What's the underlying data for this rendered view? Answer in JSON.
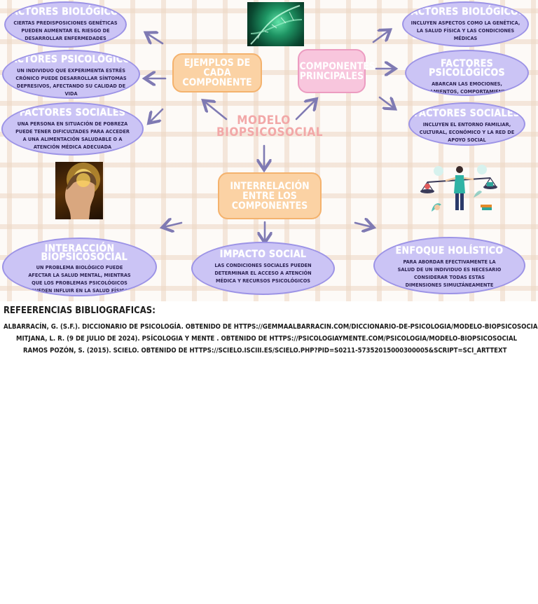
{
  "center": {
    "title": "MODELO BIOPSICOSOCIAL"
  },
  "examples_box": {
    "label": "EJEMPLOS DE CADA COMPONENTE"
  },
  "components_box": {
    "label": "COMPONENTES PRINCIPALES"
  },
  "interrelation_box": {
    "label": "INTERRELACIÓN ENTRE LOS COMPONENTES"
  },
  "examples": [
    {
      "title": "FACTORES BIOLÓGICOS",
      "body": "CIERTAS PREDISPOSICIONES GENÉTICAS PUEDEN AUMENTAR EL RIESGO DE DESARROLLAR ENFERMEDADES"
    },
    {
      "title": "FACTORES PSICOLÓGICOS",
      "body": "UN INDIVIDUO QUE EXPERIMENTA ESTRÉS CRÓNICO PUEDE DESARROLLAR SÍNTOMAS DEPRESIVOS, AFECTANDO SU CALIDAD DE VIDA"
    },
    {
      "title": "FACTORES SOCIALES",
      "body": "UNA PERSONA EN SITUACIÓN DE POBREZA PUEDE TENER DIFICULTADES PARA ACCEDER A UNA ALIMENTACIÓN SALUDABLE O A ATENCIÓN MÉDICA ADECUADA"
    }
  ],
  "components": [
    {
      "title": "FACTORES BIOLÓGICOS",
      "body": "INCLUYEN ASPECTOS COMO LA GENÉTICA, LA SALUD FÍSICA Y LAS CONDICIONES MÉDICAS"
    },
    {
      "title": "FACTORES PSICOLÓGICOS",
      "body": "ABARCAN LAS EMOCIONES, PENSAMIENTOS, COMPORTAMIENTOS Y PROCESOS COGNITIVOS"
    },
    {
      "title": "FACTORES SOCIALES",
      "body": "INCLUYEN EL ENTORNO FAMILIAR, CULTURAL, ECONÓMICO Y LA RED DE APOYO SOCIAL"
    }
  ],
  "interrelation": [
    {
      "title": "INTERACCIÓN BIOPSICOSOCIAL",
      "body": "UN PROBLEMA BIOLÓGICO PUEDE AFECTAR LA SALUD MENTAL, MIENTRAS QUE LOS PROBLEMAS PSICOLÓGICOS PUEDEN INFLUIR EN LA SALUD FÍSICA"
    },
    {
      "title": "IMPACTO SOCIAL",
      "body": "LAS CONDICIONES SOCIALES PUEDEN DETERMINAR EL ACCESO A ATENCIÓN MÉDICA Y RECURSOS PSICOLÓGICOS"
    },
    {
      "title": "ENFOQUE HOLÍSTICO",
      "body": "PARA ABORDAR EFECTIVAMENTE LA SALUD DE UN INDIVIDUO ES NECESARIO CONSIDERAR TODAS ESTAS DIMENSIONES SIMULTÁNEAMENTE"
    }
  ],
  "images": {
    "dna": "dna-image",
    "head": "glowing-brain-head-image",
    "balance": "balance-scale-illustration"
  },
  "references": {
    "heading": "REFEERENCIAS BIBLIOGRAFICAS:",
    "items": [
      "ALBARRACÍN, G. (S.F.). DICCIONARIO DE PSICOLOGÍA. OBTENIDO DE HTTPS://GEMMAALBARRACIN.COM/DICCIONARIO-DE-PSICOLOGIA/MODELO-BIOPSICOSOCIAL/",
      "MITJANA, L. R. (9 DE JULIO DE 2024). PSÍCOLOGIA Y MENTE . OBTENIDO DE HTTPS://PSICOLOGIAYMENTE.COM/PSICOLOGIA/MODELO-BIOPSICOSOCIAL",
      "RAMOS POZÓN, S. (2015). SCIELO. OBTENIDO DE HTTPS://SCIELO.ISCIII.ES/SCIELO.PHP?PID=S0211-57352015000300005&SCRIPT=SCI_ARTTEXT"
    ]
  },
  "colors": {
    "ellipse_fill": "#cbc4f5",
    "ellipse_border": "#9c93e6",
    "orange": "#fbd2a4",
    "pink": "#f8c6dd",
    "title_pink": "#f2a8a8",
    "arrow": "#7f7ab3"
  }
}
